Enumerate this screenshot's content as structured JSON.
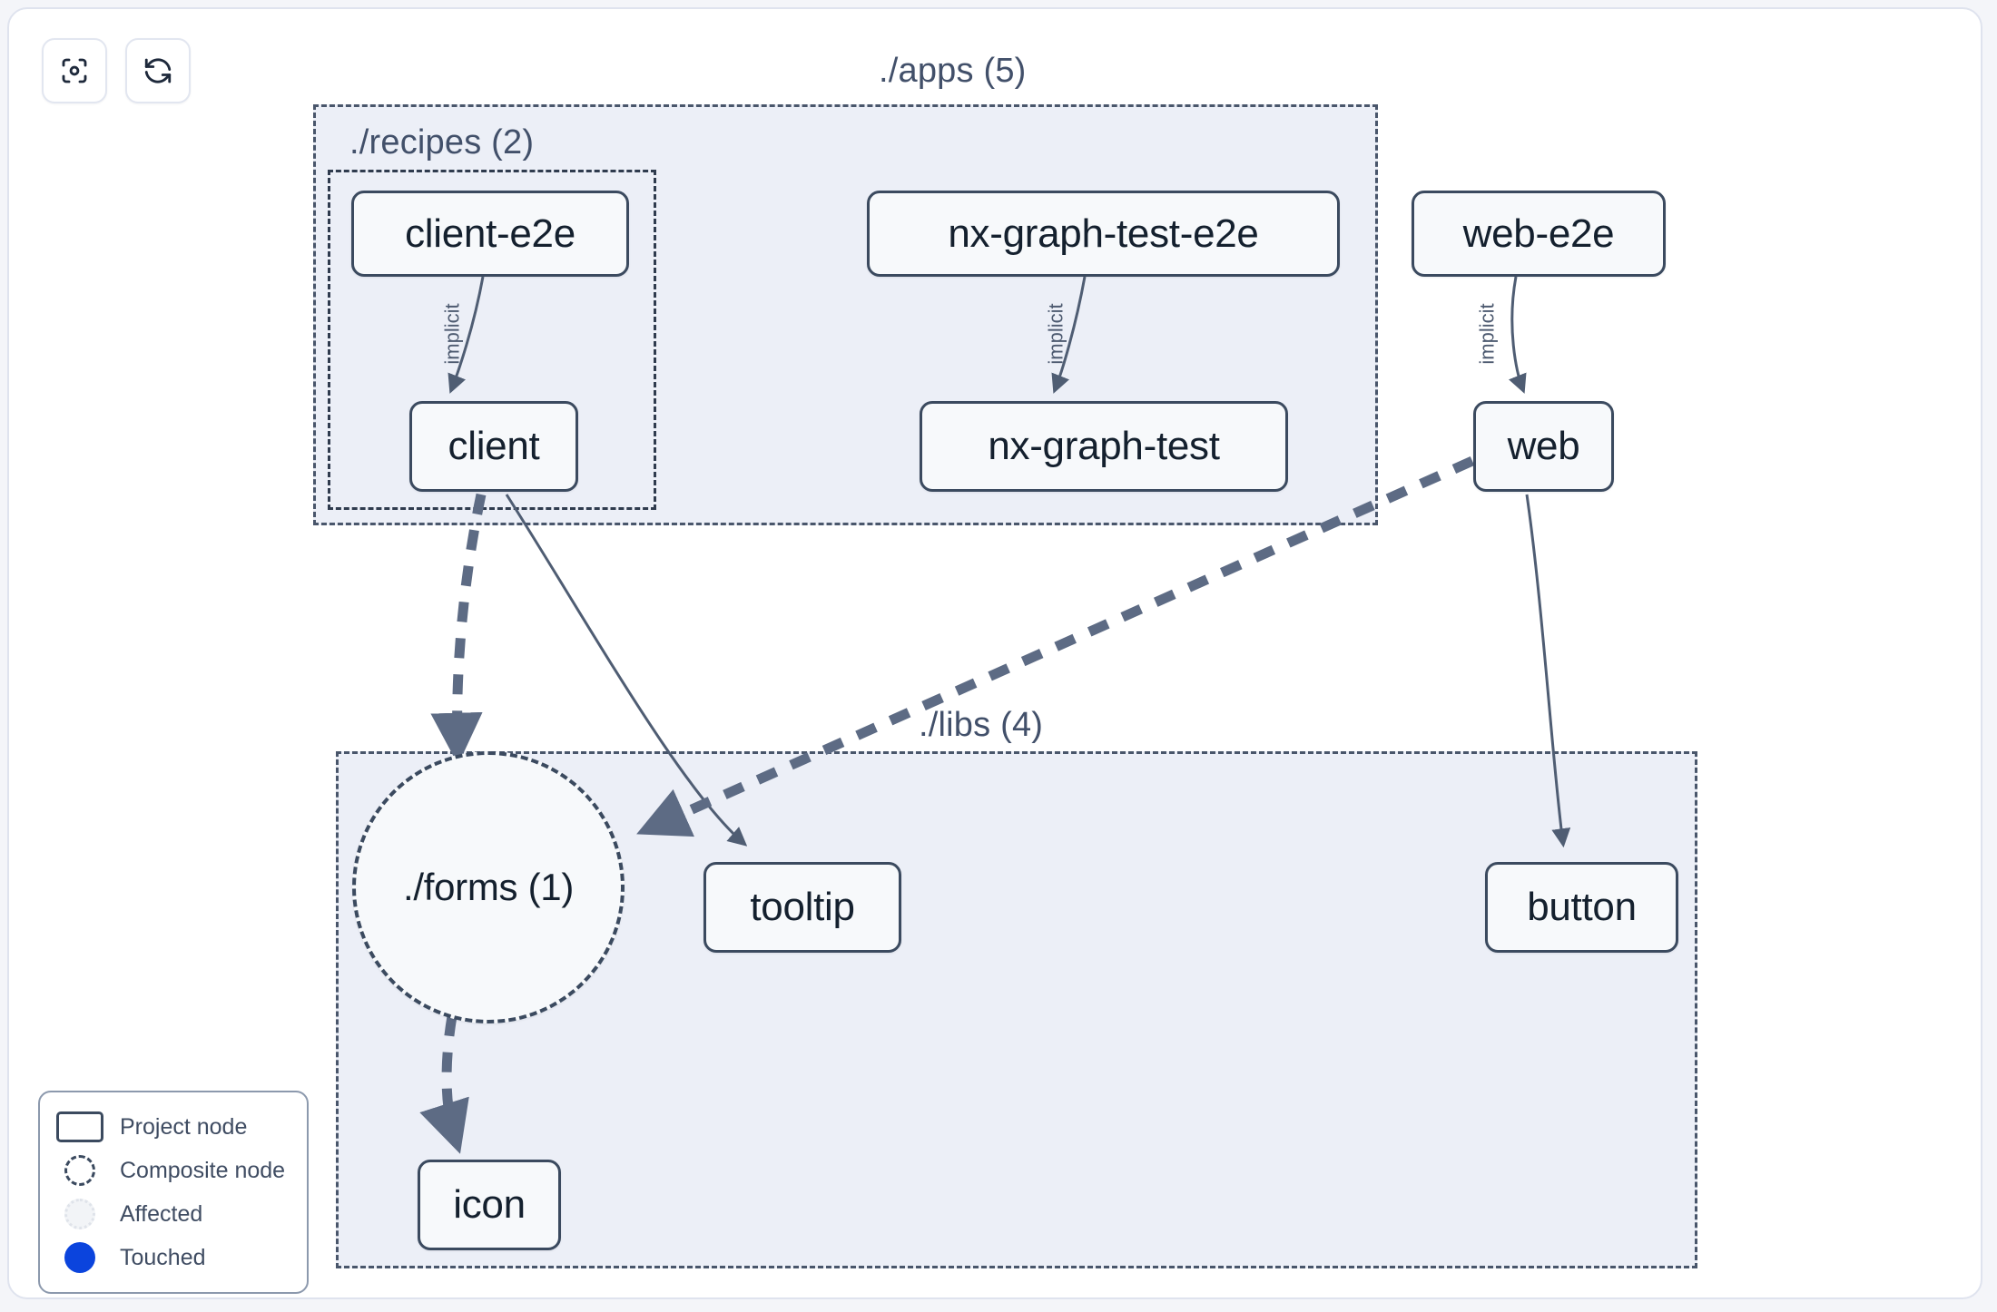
{
  "toolbar": {
    "buttons": [
      {
        "name": "focus-graph-button",
        "icon": "viewfinder-focus-icon",
        "title": "Focus graph"
      },
      {
        "name": "refresh-graph-button",
        "icon": "refresh-icon",
        "title": "Refresh graph"
      }
    ]
  },
  "graph": {
    "groups": [
      {
        "id": "apps",
        "label": "./apps (5)",
        "count": 5
      },
      {
        "id": "recipes",
        "label": "./recipes (2)",
        "count": 2
      },
      {
        "id": "libs",
        "label": "./libs (4)",
        "count": 4
      }
    ],
    "nodes": [
      {
        "id": "client-e2e",
        "label": "client-e2e",
        "type": "project",
        "group": "recipes"
      },
      {
        "id": "client",
        "label": "client",
        "type": "project",
        "group": "recipes"
      },
      {
        "id": "nx-graph-test-e2e",
        "label": "nx-graph-test-e2e",
        "type": "project",
        "group": "apps"
      },
      {
        "id": "nx-graph-test",
        "label": "nx-graph-test",
        "type": "project",
        "group": "apps"
      },
      {
        "id": "web-e2e",
        "label": "web-e2e",
        "type": "project",
        "group": "apps"
      },
      {
        "id": "web",
        "label": "web",
        "type": "project",
        "group": "apps"
      },
      {
        "id": "forms",
        "label": "./forms (1)",
        "type": "composite",
        "group": "libs"
      },
      {
        "id": "tooltip",
        "label": "tooltip",
        "type": "project",
        "group": "libs"
      },
      {
        "id": "button",
        "label": "button",
        "type": "project",
        "group": "libs"
      },
      {
        "id": "icon",
        "label": "icon",
        "type": "project",
        "group": "libs"
      }
    ],
    "edges": [
      {
        "source": "client-e2e",
        "target": "client",
        "label": "implicit",
        "style": "solid"
      },
      {
        "source": "nx-graph-test-e2e",
        "target": "nx-graph-test",
        "label": "implicit",
        "style": "solid"
      },
      {
        "source": "web-e2e",
        "target": "web",
        "label": "implicit",
        "style": "solid"
      },
      {
        "source": "client",
        "target": "forms",
        "label": "",
        "style": "dashed-thick"
      },
      {
        "source": "client",
        "target": "tooltip",
        "label": "",
        "style": "solid"
      },
      {
        "source": "web",
        "target": "forms",
        "label": "",
        "style": "dashed-thick"
      },
      {
        "source": "web",
        "target": "button",
        "label": "",
        "style": "solid"
      },
      {
        "source": "forms",
        "target": "icon",
        "label": "",
        "style": "dashed-thick"
      }
    ]
  },
  "legend": {
    "items": [
      {
        "id": "project-node",
        "label": "Project node"
      },
      {
        "id": "composite-node",
        "label": "Composite node"
      },
      {
        "id": "affected",
        "label": "Affected"
      },
      {
        "id": "touched",
        "label": "Touched"
      }
    ]
  },
  "colors": {
    "node_border": "#3b4a5f",
    "node_fill": "#f7f9fb",
    "group_fill": "#eceff7",
    "group_border": "#49566b",
    "edge": "#5a6880",
    "touched": "#0b44dd",
    "text": "#14202e"
  }
}
